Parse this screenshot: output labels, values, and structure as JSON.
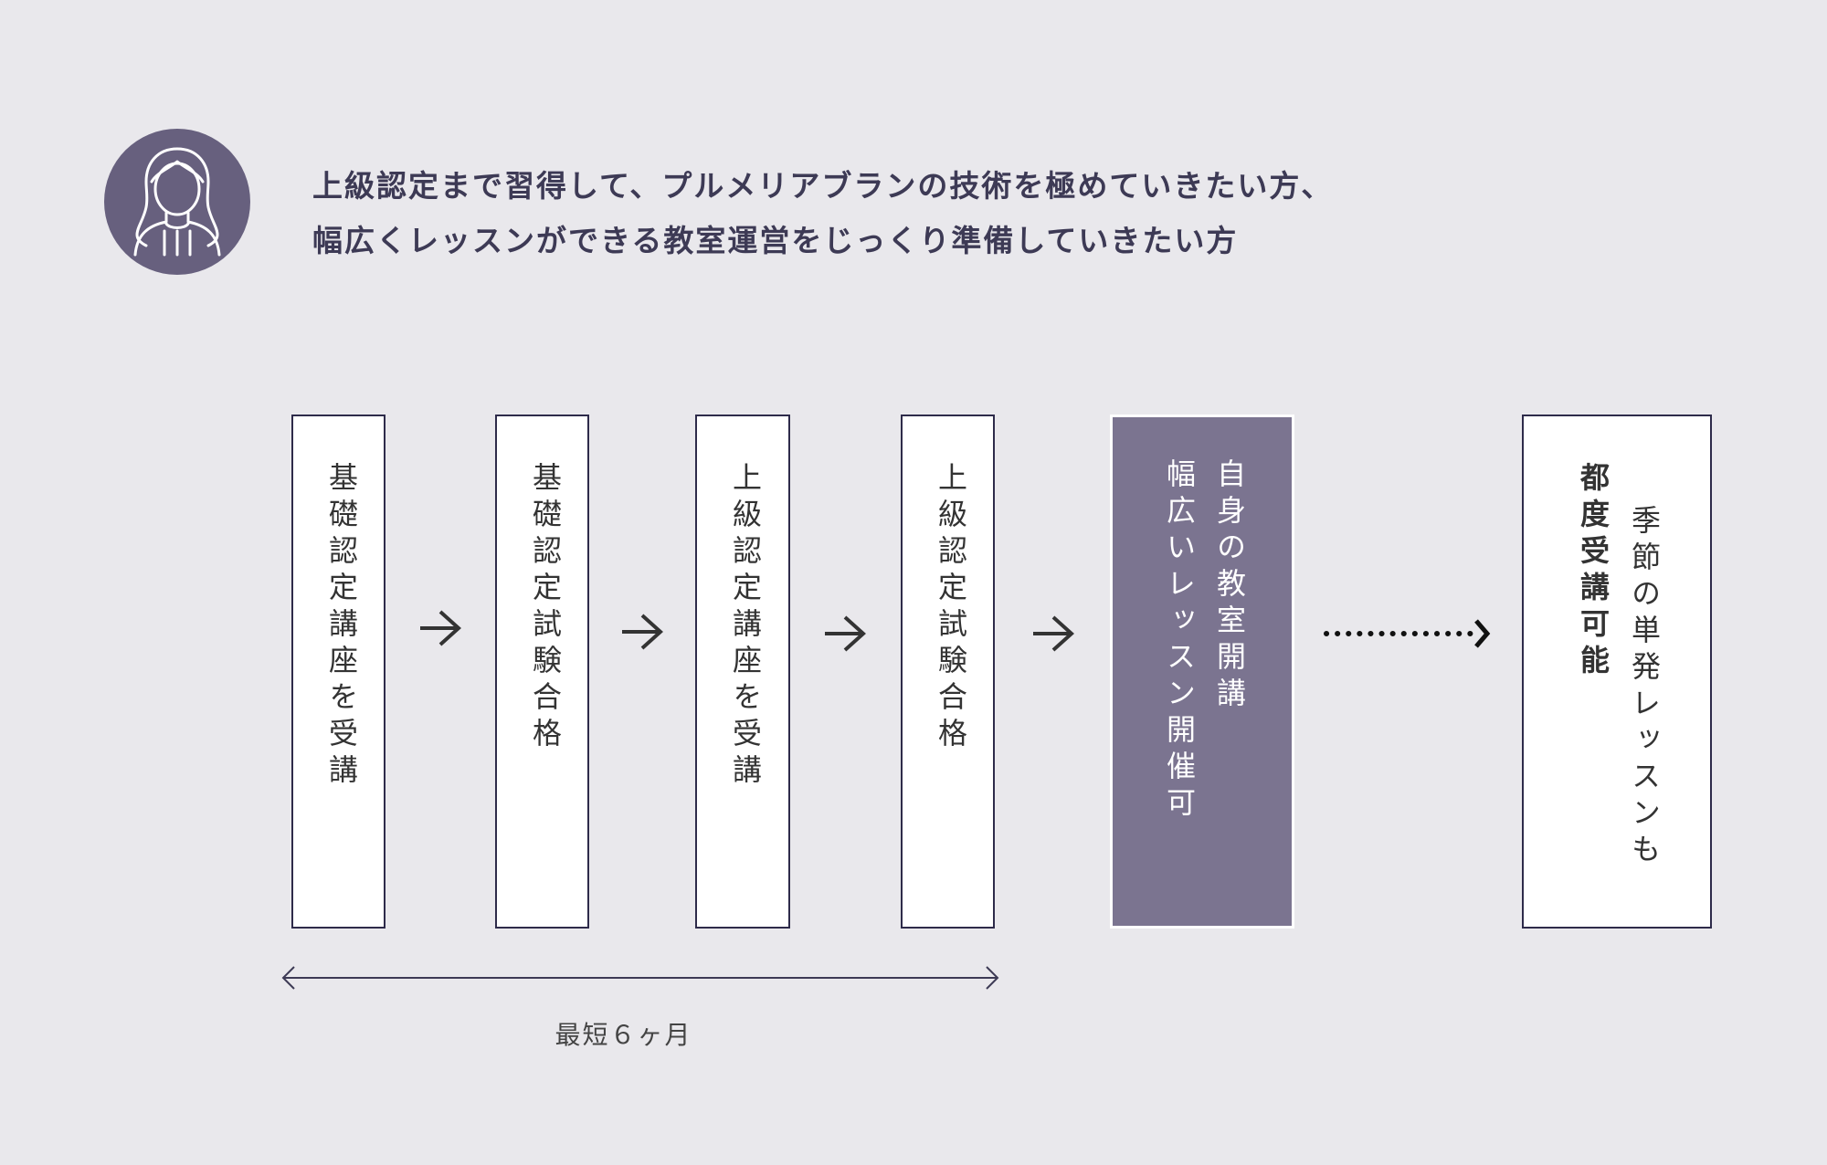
{
  "heading": {
    "lines": [
      "上級認定まで習得して、プルメリアブランの技術を極めていきたい方、",
      "幅広くレッスンができる教室運営をじっくり準備していきたい方"
    ],
    "icon": "woman-avatar-icon"
  },
  "steps": [
    {
      "lines": [
        "基礎認定講座を受講"
      ]
    },
    {
      "lines": [
        "基礎認定試験合格"
      ]
    },
    {
      "lines": [
        "上級認定講座を受講"
      ]
    },
    {
      "lines": [
        "上級認定試験合格"
      ]
    },
    {
      "lines": [
        "自身の教室開講",
        "幅広いレッスン開催可"
      ]
    },
    {
      "lines": [
        "季節の単発レッスンも",
        "都度受講可能"
      ]
    }
  ],
  "duration_label": "最短６ヶ月",
  "colors": {
    "accent": "#67607e",
    "highlight_box": "#7b7490",
    "border": "#2e2b4a",
    "background": "#e9e8ec"
  }
}
